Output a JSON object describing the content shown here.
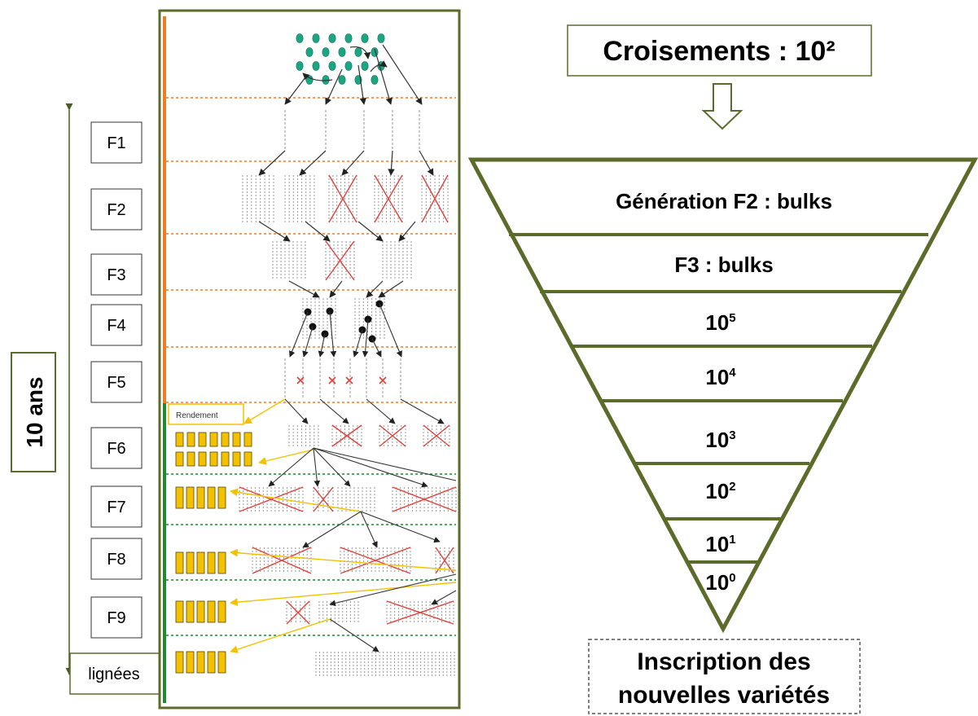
{
  "duration_label": "10 ans",
  "generations": [
    "F1",
    "F2",
    "F3",
    "F4",
    "F5",
    "F6",
    "F7",
    "F8",
    "F9"
  ],
  "lines_label": "lignées",
  "yield_label": "Rendement",
  "crosses": {
    "text": "Croisements : ",
    "power": "10²"
  },
  "pyramid_levels": [
    {
      "base": "Génération F2 : bulks",
      "exp": ""
    },
    {
      "base": "F3 : bulks",
      "exp": ""
    },
    {
      "base": "10",
      "exp": "5"
    },
    {
      "base": "10",
      "exp": "4"
    },
    {
      "base": "10",
      "exp": "3"
    },
    {
      "base": "10",
      "exp": "2"
    },
    {
      "base": "10",
      "exp": "1"
    },
    {
      "base": "10",
      "exp": "0"
    }
  ],
  "registration": {
    "line1": "Inscription des",
    "line2": "nouvelles variétés"
  },
  "colors": {
    "olive": "#5b6b2a",
    "orange": "#ee7d24",
    "green": "#1f8a2f",
    "teal": "#1aa583",
    "gold": "#f2c200",
    "red": "#e0413b"
  }
}
